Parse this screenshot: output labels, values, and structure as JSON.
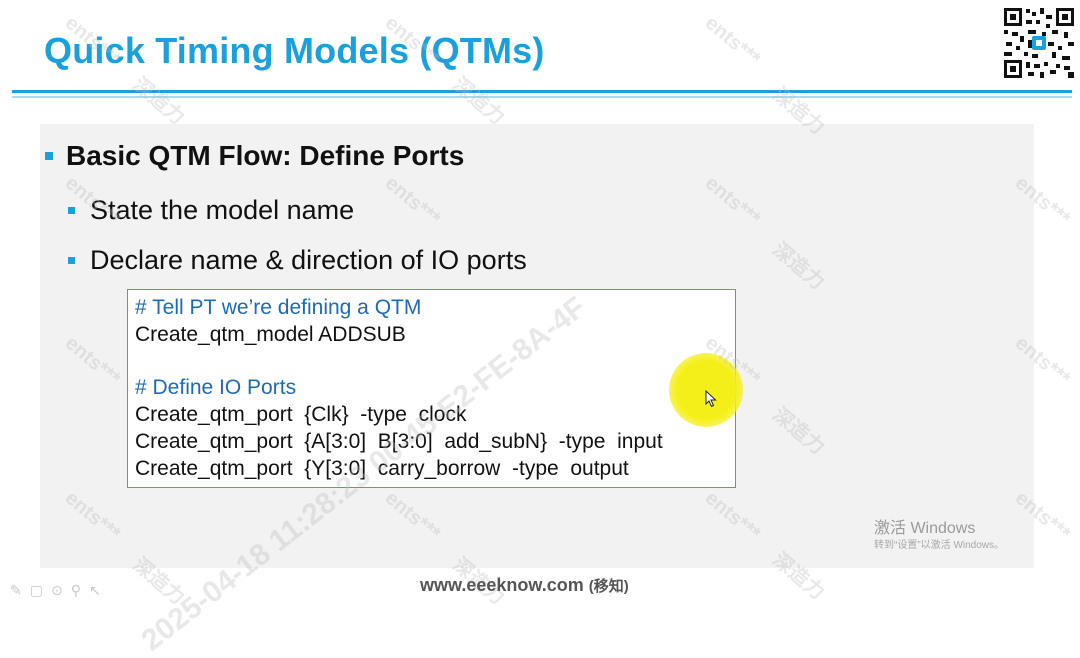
{
  "slide": {
    "title": "Quick Timing Models (QTMs)",
    "bullet1": "Basic QTM Flow: Define Ports",
    "bullet2": "State the model name",
    "bullet3": "Declare name & direction of IO ports"
  },
  "code": {
    "lines": [
      "# Tell PT we’re defining a QTM",
      "Create_qtm_model ADDSUB",
      "",
      "# Define IO Ports",
      "Create_qtm_port  {Clk}  -type  clock",
      "Create_qtm_port  {A[3:0]  B[3:0]  add_subN}  -type  input",
      "Create_qtm_port  {Y[3:0]  carry_borrow  -type  output"
    ]
  },
  "overlay": {
    "activate_title": "激活 Windows",
    "activate_sub": "转到“设置”以激活 Windows。",
    "footer_site": "www.eeeknow.com",
    "footer_cn": "(移知)",
    "watermark_text": "ents***",
    "watermark_cn": "深造力",
    "watermark_stamp": "2025-04-18  11:28:23  00-45-E2-FE-8A-4F"
  },
  "colors": {
    "accent": "#1aa0dc",
    "code_border": "#3cb371",
    "comment": "#1c6bb8",
    "highlight": "#f5ef19"
  }
}
